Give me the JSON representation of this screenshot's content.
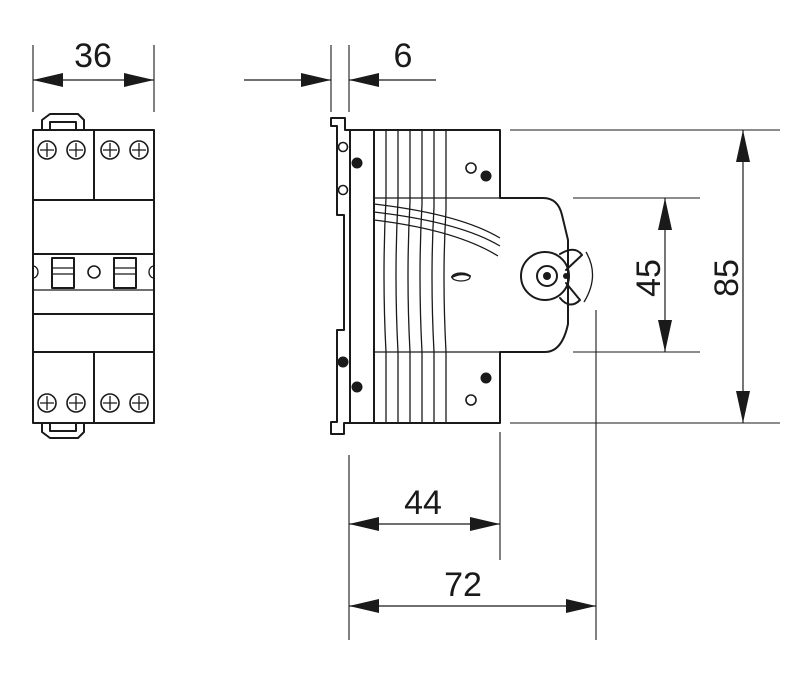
{
  "dimensions": {
    "width_front": "36",
    "rail_offset": "6",
    "height_total": "85",
    "height_front": "45",
    "depth_body": "44",
    "depth_total": "72"
  }
}
